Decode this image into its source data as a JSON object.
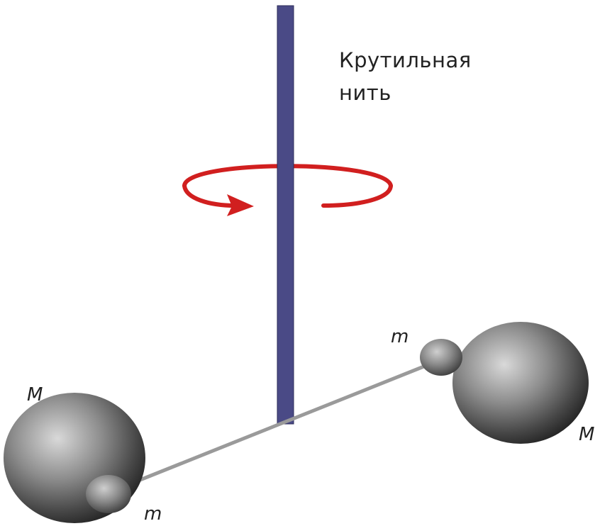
{
  "labels": {
    "thread_line1": "Крутильная",
    "thread_line2": "нить",
    "big_mass_left": "M",
    "big_mass_right": "M",
    "small_mass_right": "m",
    "small_mass_left": "m"
  },
  "colors": {
    "thread": "#4a4a86",
    "rotation_arrow": "#d11f1f",
    "rod": "#9a9a9a",
    "sphere_light": "#d9d9d9",
    "sphere_dark": "#232323"
  }
}
